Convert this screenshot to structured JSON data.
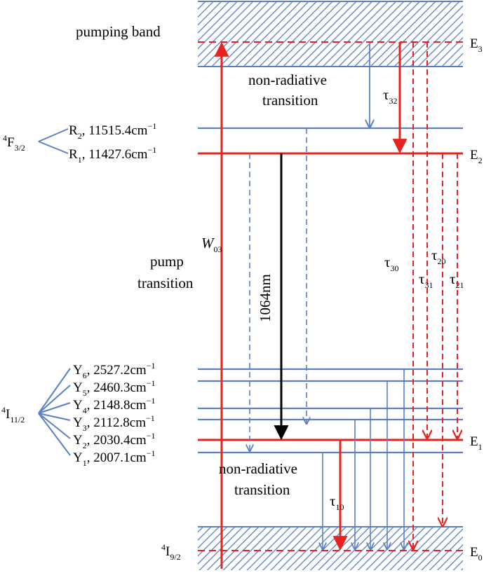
{
  "labels": {
    "pumping_band": "pumping band",
    "non_radiative_top_line1": "non-radiative",
    "non_radiative_top_line2": "transition",
    "non_radiative_bottom_line1": "non-radiative",
    "non_radiative_bottom_line2": "transition",
    "pump_line1": "pump",
    "pump_line2": "transition",
    "wavelength": "1064nm"
  },
  "levels_right": {
    "E3": {
      "main": "E",
      "sub": "3"
    },
    "E2": {
      "main": "E",
      "sub": "2"
    },
    "E1": {
      "main": "E",
      "sub": "1"
    },
    "E0": {
      "main": "E",
      "sub": "0"
    }
  },
  "manifolds": {
    "F32": {
      "sup": "4",
      "main": "F",
      "sub": "3/2"
    },
    "I112": {
      "sup": "4",
      "main": "I",
      "sub": "11/2"
    },
    "I92": {
      "sup": "4",
      "main": "I",
      "sub": "9/2"
    }
  },
  "stark_F": [
    {
      "name": "R",
      "sub": "2",
      "value": ", 11515.4cm",
      "sup": "−1"
    },
    {
      "name": "R",
      "sub": "1",
      "value": ", 11427.6cm",
      "sup": "−1"
    }
  ],
  "stark_I": [
    {
      "name": "Y",
      "sub": "6",
      "value": ", 2527.2cm",
      "sup": "−1"
    },
    {
      "name": "Y",
      "sub": "5",
      "value": ", 2460.3cm",
      "sup": "−1"
    },
    {
      "name": "Y",
      "sub": "4",
      "value": ", 2148.8cm",
      "sup": "−1"
    },
    {
      "name": "Y",
      "sub": "3",
      "value": ", 2112.8cm",
      "sup": "−1"
    },
    {
      "name": "Y",
      "sub": "2",
      "value": ", 2030.4cm",
      "sup": "−1"
    },
    {
      "name": "Y",
      "sub": "1",
      "value": ", 2007.1cm",
      "sup": "−1"
    }
  ],
  "rates": {
    "W03": {
      "main": "W",
      "sub": "03"
    },
    "tau32": {
      "main": "τ",
      "sub": "32"
    },
    "tau30": {
      "main": "τ",
      "sub": "30"
    },
    "tau31": {
      "main": "τ",
      "sub": "31"
    },
    "tau20": {
      "main": "τ",
      "sub": "20"
    },
    "tau21": {
      "main": "τ",
      "sub": "21"
    },
    "tau10": {
      "main": "τ",
      "sub": "10"
    }
  },
  "colors": {
    "red": "#e8231f",
    "blue": "#5a7fc4",
    "black": "#000000"
  }
}
